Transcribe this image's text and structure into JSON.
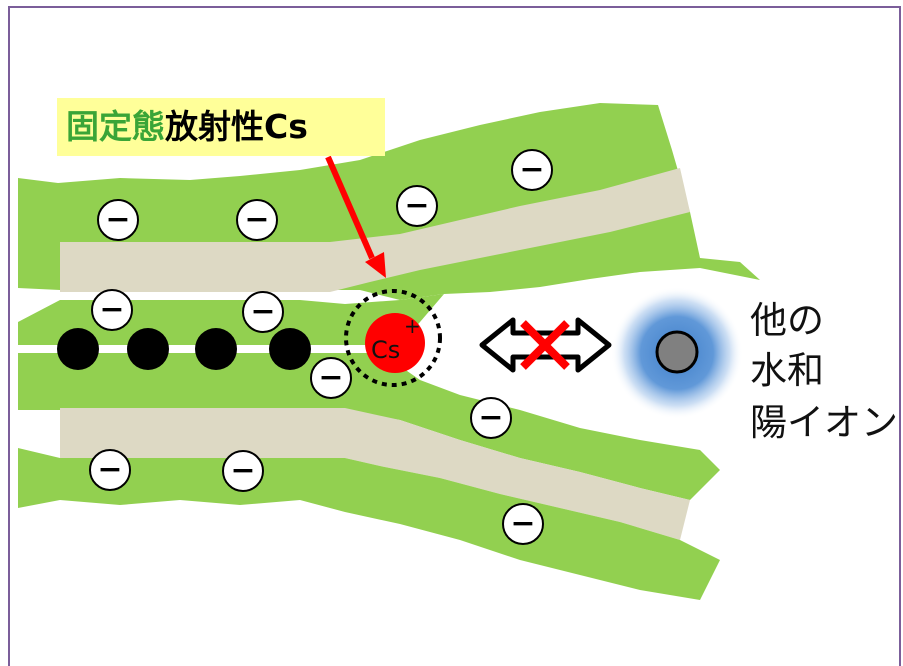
{
  "callout": {
    "part1": "固定態",
    "part2": "放射性Cs",
    "green": "#3aa537",
    "background": "#ffff99"
  },
  "cation": {
    "label": "Cs",
    "charge": "+",
    "fill": "#ff0000"
  },
  "negative_sign": "−",
  "other_ion": {
    "line1": "他の",
    "line2": "水和",
    "line3": "陽イオン"
  },
  "icons": {
    "blocked_exchange": "double-arrow-with-red-x-icon"
  },
  "colors": {
    "layer": "#92d050",
    "interlayer": "#ddd9c4",
    "hydrated_halo": "#3e7ec9",
    "frame": "#7b5e9a"
  }
}
